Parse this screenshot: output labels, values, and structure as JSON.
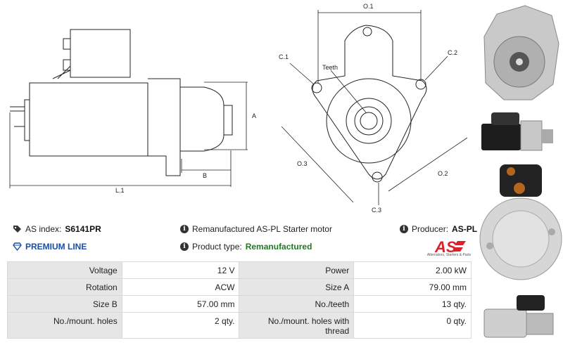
{
  "drawing": {
    "dims": {
      "o1": "O.1",
      "c1": "C.1",
      "c2": "C.2",
      "teeth": "Teeth",
      "a": "A",
      "b": "B",
      "l1": "L.1",
      "o3": "O.3",
      "o2": "O.2",
      "c3": "C.3"
    }
  },
  "info": {
    "as_index_label": "AS index:",
    "as_index_value": "S6141PR",
    "description": "Remanufactured AS-PL Starter motor",
    "producer_label": "Producer:",
    "producer_value": "AS-PL",
    "premium_line": "PREMIUM LINE",
    "product_type_label": "Product type:",
    "product_type_value": "Remanufactured",
    "logo_text": "AS",
    "logo_subtext": "Alternators, Starters & Parts"
  },
  "specs": [
    {
      "l1": "Voltage",
      "v1": "12 V",
      "l2": "Power",
      "v2": "2.00 kW"
    },
    {
      "l1": "Rotation",
      "v1": "ACW",
      "l2": "Size A",
      "v2": "79.00 mm"
    },
    {
      "l1": "Size B",
      "v1": "57.00 mm",
      "l2": "No./teeth",
      "v2": "13 qty."
    },
    {
      "l1": "No./mount. holes",
      "v1": "2 qty.",
      "l2": "No./mount. holes with thread",
      "v2": "0 qty."
    }
  ],
  "colors": {
    "premium": "#1a4fa6",
    "remanufactured": "#1f7a1f",
    "logo_red": "#d8232a",
    "table_label_bg": "#e6e6e6"
  },
  "icons": [
    "tag-icon",
    "info-icon",
    "diamond-icon"
  ]
}
